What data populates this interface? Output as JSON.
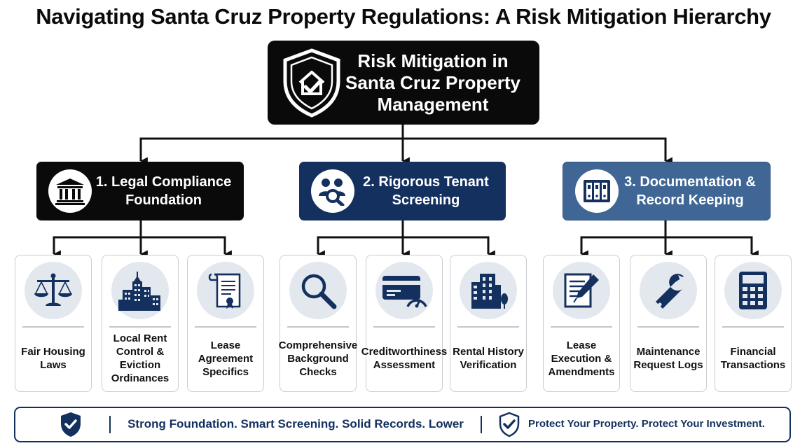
{
  "title": "Navigating Santa Cruz Property Regulations: A Risk Mitigation Hierarchy",
  "root": {
    "label": "Risk Mitigation in Santa Cruz Property Management",
    "icon": "shield-home-check-icon"
  },
  "categories": [
    {
      "label": "1. Legal Compliance Foundation",
      "icon": "courthouse-icon",
      "color": "#0a0a0a",
      "items": [
        {
          "label": "Fair Housing Laws",
          "icon": "scales-icon"
        },
        {
          "label": "Local Rent Control & Eviction Ordinances",
          "icon": "city-buildings-icon"
        },
        {
          "label": "Lease Agreement Specifics",
          "icon": "scroll-icon"
        }
      ]
    },
    {
      "label": "2. Rigorous Tenant Screening",
      "icon": "people-search-icon",
      "color": "#13305f",
      "items": [
        {
          "label": "Comprehensive Background Checks",
          "icon": "magnifier-icon"
        },
        {
          "label": "Creditworthiness Assessment",
          "icon": "credit-card-gauge-icon"
        },
        {
          "label": "Rental History Verification",
          "icon": "apartment-building-icon"
        }
      ]
    },
    {
      "label": "3. Documentation & Record Keeping",
      "icon": "binders-icon",
      "color": "#3f6694",
      "items": [
        {
          "label": "Lease Execution & Amendments",
          "icon": "document-pen-icon"
        },
        {
          "label": "Maintenance Request Logs",
          "icon": "wrench-icon"
        },
        {
          "label": "Financial Transactions",
          "icon": "calculator-icon"
        }
      ]
    }
  ],
  "banner": {
    "text_left": "Strong Foundation. Smart Screening. Solid Records. Lower Risk.",
    "text_right": "Protect Your Property. Protect Your Investment."
  }
}
